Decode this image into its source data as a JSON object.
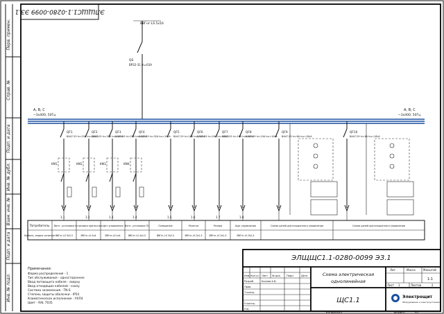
{
  "code_rotated": "ЭЛЩЩС1.1-0280-0099 ЭЗ.1",
  "left_strip": [
    "Перв. примен.",
    "Справ. №",
    "Подп. и дата",
    "Инв. № дубл.",
    "Взам. инв. №",
    "Подп. и дата",
    "Инв. № подл."
  ],
  "input": {
    "label": "ВВГнг-LS 5x16",
    "breaker_name": "QS",
    "breaker_specs": "ВР32-31 In=63A"
  },
  "bus_left": {
    "phases": "A, B, C",
    "voltage": "~3x400, 50Гц"
  },
  "bus_right": {
    "phases": "A, B, C",
    "voltage": "~3x400, 50Гц"
  },
  "circuits": [
    {
      "qf": "QF1",
      "specs": "ВА47-29 In=25A Icu=10kA",
      "km": "KM1",
      "cable": "ВВГнг-LS 5x2,5",
      "num": "1.1"
    },
    {
      "qf": "QF2",
      "specs": "ВА47-29 In=25A Icu=10kA",
      "km": "KM2",
      "cable": "ВВГнг-LS 4x4",
      "num": "1.2"
    },
    {
      "qf": "QF3",
      "specs": "ВА47-29 In=25A Icu=10kA",
      "km": "KM3",
      "cable": "ВВГнг-LS 4x4",
      "num": "1.3"
    },
    {
      "qf": "QF4",
      "specs": "ВА47-29 In=32A Icu=10kA",
      "km": "KM4",
      "cable": "ВВГнг-LS 4x2,5",
      "num": "1.4"
    },
    {
      "qf": "QF5",
      "specs": "ВА47-29 In=16A Icu=10kA",
      "km": "",
      "cable": "ВВГнг-LS 3x2,5",
      "num": "1.5"
    },
    {
      "qf": "QF6",
      "specs": "ВА47-29 In=16A Icu=10kA",
      "km": "",
      "cable": "ВВГнг-LS 3x1,5",
      "num": "1.6"
    },
    {
      "qf": "QF7",
      "specs": "ВА47-29 In=16A Icu=10kA",
      "km": "",
      "cable": "ВВГнг-LS 3x1,5",
      "num": "1.7"
    },
    {
      "qf": "QF8",
      "specs": "ВА47-29 In=10A Icu=10kA",
      "km": "",
      "cable": "ВВГнг-LS 3x2,5",
      "num": "1.8"
    },
    {
      "qf": "QF9",
      "specs": "ВА47-29 In=6A Icu=10kA",
      "km": "",
      "cable": "",
      "num": ""
    },
    {
      "qf": "QF10",
      "specs": "ВА47-29 In=6A Icu=10kA",
      "km": "",
      "cable": "",
      "num": ""
    }
  ],
  "table": {
    "row1_header": "Потребитель",
    "row2_header": "Кабель, марка сечение",
    "consumers": [
      "Вент. установка",
      "Установка приточная",
      "Щит управления",
      "Вент. установка П1",
      "Освещение",
      "Розетки",
      "Резерв",
      "Щит управления",
      "Схема цепей дистанционного управления",
      "Схема цепей дистанционного управления"
    ]
  },
  "notes": {
    "title": "Примечания:",
    "lines": [
      "Форма распределения - 1",
      "Тип обслуживания - одностороннее",
      "Ввод питающего кабеля - сверху",
      "Ввод отходящих кабелей - снизу",
      "Система заземления - TN-S",
      "Степень защиты оболочки - IP54",
      "Климатическое исполнение - УХЛ4",
      "Цвет - RAL 7035"
    ]
  },
  "stamp": {
    "code": "ЭЛЩЩС1.1-0280-0099 ЭЗ.1",
    "title_line1": "Схема электрическая",
    "title_line2": "однолинейная",
    "name": "ЩС1.1",
    "col_headers": [
      "Изм.",
      "Кол.уч",
      "Лист",
      "№ док.",
      "Подп.",
      "Дата"
    ],
    "roles": [
      "Разраб.",
      "Пров.",
      "Т.контр.",
      "Н.контр.",
      "Утв."
    ],
    "developer": "Козлов А.В.",
    "lit_label": "Лит.",
    "mass_label": "Масса",
    "scale_label": "Масштаб",
    "scale_value": "1:1",
    "sheet_label": "Лист",
    "sheet_value": "1",
    "sheets_label": "Листов",
    "sheets_value": "2",
    "company": "Электрощит",
    "company_sub": "Оборудование и электроустановки",
    "copied": "Копировал",
    "format_label": "Формат",
    "format_value": "А3"
  }
}
